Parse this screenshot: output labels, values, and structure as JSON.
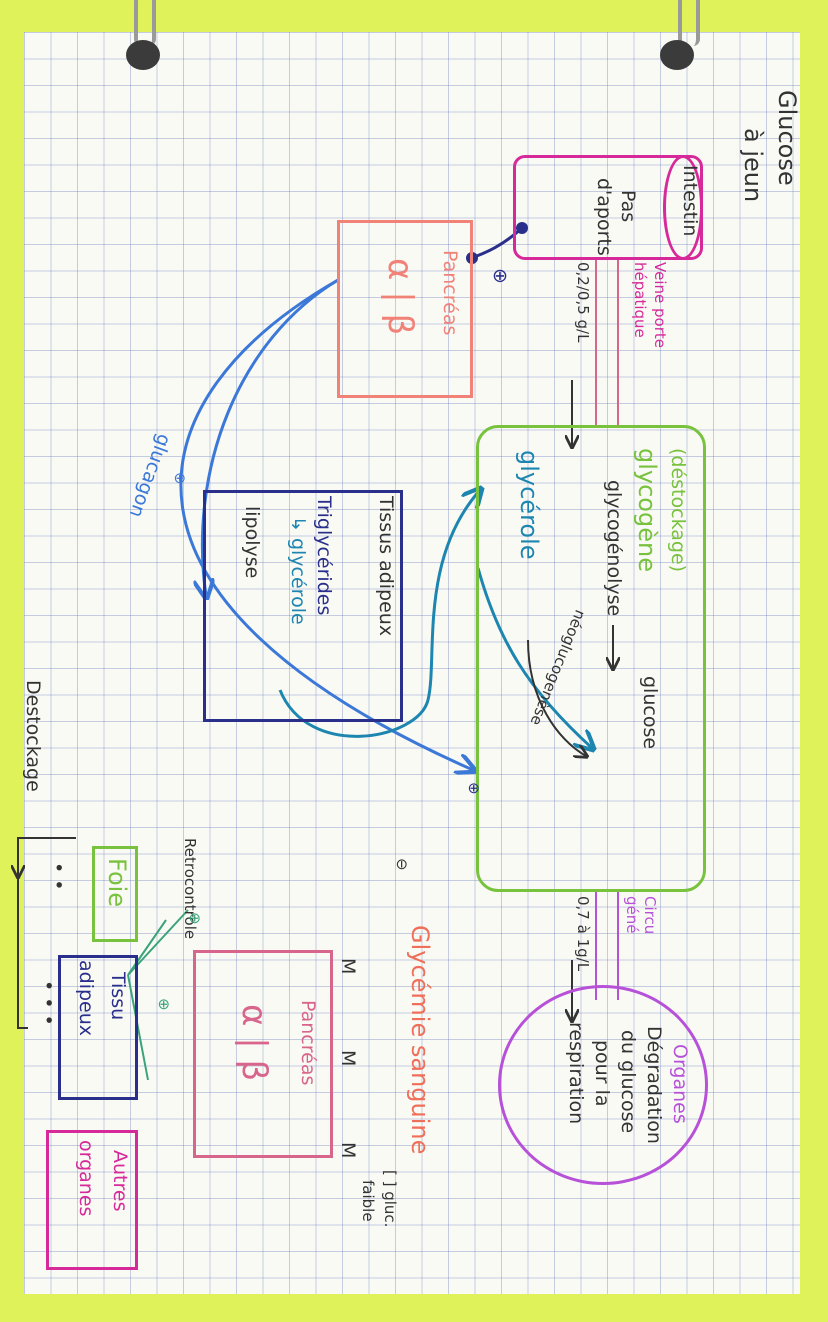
{
  "title": {
    "line1": "Glucose",
    "line2": "à jeun"
  },
  "intestin": {
    "name": "Intestin",
    "pas": "Pas",
    "daports": "d'aports"
  },
  "veine": {
    "line1": "Veine porte",
    "line2": "hépatique",
    "value": "0,2/0,5 g/L"
  },
  "pancreas_top": {
    "label": "Pancréas",
    "cells": "α | β"
  },
  "signs": {
    "plus": "⊕",
    "minus": "⊖"
  },
  "glucagon": "glucagon",
  "foie_box": {
    "heading": "(déstockage)",
    "glycogene": "glycogène",
    "glucose": "glucose",
    "glycogenolyse": "glycogénolyse",
    "glycerole": "glycérole",
    "neoglucogenese": "néoglucogenèse"
  },
  "tissu_top": {
    "title": "Tissus adipeux",
    "trig": "Triglycérides",
    "glyc": "↳ glycérole",
    "lipolyse": "lipolyse"
  },
  "circu": {
    "line1": "Circu",
    "line2": "géné",
    "value": "0,7 à 1g/L"
  },
  "organes": {
    "title": "Organes",
    "l1": "Dégradation",
    "l2": "du glucose",
    "l3": "pour la",
    "l4": "respiration"
  },
  "glycemie": "Glycémie sanguine",
  "legend": {
    "bracket": "[ ] gluc.",
    "faible": "faible"
  },
  "pancreas_bottom": {
    "label": "Pancréas",
    "cells": "α | β"
  },
  "retrocontrole": "Retrocontrole",
  "destockage": "Destockage",
  "foie": "Foie",
  "tissu_bottom": {
    "l1": "Tissu",
    "l2": "adipeux"
  },
  "autres": {
    "l1": "Autres",
    "l2": "organes"
  },
  "colors": {
    "pink": "#d6299a",
    "salmon": "#f08278",
    "green": "#78c23e",
    "navy": "#2a2f8c",
    "blue": "#3b78d8",
    "teal": "#1d86b0",
    "purple": "#b651d8",
    "rose": "#d8658c",
    "orange": "#ef6f5a",
    "red": "#d33a4a",
    "dark": "#333333"
  }
}
